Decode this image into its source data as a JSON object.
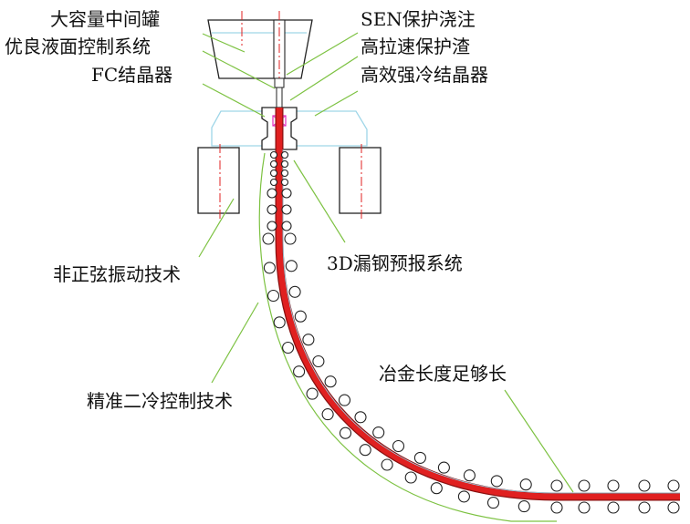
{
  "labels": {
    "tundish": "大容量中间罐",
    "level_control": "优良液面控制系统",
    "fc_mold": "FC结晶器",
    "sen": "SEN保护浇注",
    "mold_flux": "高拉速保护渣",
    "cooling_mold": "高效强冷结晶器",
    "oscillation": "非正弦振动技术",
    "breakout": "3D漏钢预报系统",
    "secondary_cooling": "精准二冷控制技术",
    "metallurgical_length": "冶金长度足够长"
  },
  "colors": {
    "strand": "#e02020",
    "strand_edge": "#8a1010",
    "leader": "#7dc242",
    "outline": "#222222",
    "water": "#9fd6e8",
    "centerline": "#e02020",
    "roller": "#222222",
    "fc_marker": "#e030c0"
  }
}
